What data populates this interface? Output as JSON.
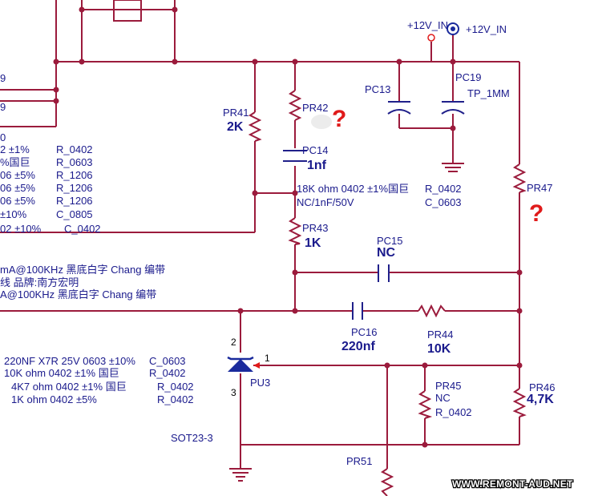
{
  "power": {
    "net_label_left": "+12V_IN",
    "net_label_right": "+12V_IN"
  },
  "components": {
    "pr41": {
      "ref": "PR41",
      "value": "2K"
    },
    "pr42": {
      "ref": "PR42",
      "mark": "?"
    },
    "pc13": {
      "ref": "PC13"
    },
    "pc19": {
      "ref": "PC19",
      "note": "TP_1MM"
    },
    "pc14": {
      "ref": "PC14",
      "value": "1nf"
    },
    "pr43": {
      "ref": "PR43",
      "value": "1K"
    },
    "pc15": {
      "ref": "PC15",
      "value": "NC"
    },
    "pc16": {
      "ref": "PC16",
      "value": "220nf"
    },
    "pr44": {
      "ref": "PR44",
      "value": "10K"
    },
    "pr47": {
      "ref": "PR47",
      "mark": "?"
    },
    "pr45": {
      "ref": "PR45",
      "value": "NC",
      "note": "R_0402"
    },
    "pr46": {
      "ref": "PR46",
      "value": "4,7K"
    },
    "pr51": {
      "ref": "PR51"
    },
    "pu3": {
      "ref": "PU3",
      "package": "SOT23-3",
      "pin1": "1",
      "pin2": "2",
      "pin3": "3"
    }
  },
  "notes": {
    "pr42_desc": "18K ohm 0402 ±1%国巨",
    "pr42_pkg": "R_0402",
    "pc14_desc": "NC/1nF/50V",
    "pc14_pkg": "C_0603"
  },
  "left_table_top": [
    {
      "desc": "2 ±1%",
      "pkg": "R_0402"
    },
    {
      "desc": "%国巨",
      "pkg": "R_0603"
    },
    {
      "desc": "06 ±5%",
      "pkg": "R_1206"
    },
    {
      "desc": "06 ±5%",
      "pkg": "R_1206"
    },
    {
      "desc": "06 ±5%",
      "pkg": "R_1206"
    },
    {
      "desc": "±10%",
      "pkg": "C_0805"
    },
    {
      "desc": "02 ±10%",
      "pkg": "C_0402"
    }
  ],
  "left_pins": [
    "9",
    "9",
    "0"
  ],
  "left_notes": [
    "mA@100KHz 黑底白字 Chang 编带",
    "线 品牌:南方宏明",
    "A@100KHz 黑底白字 Chang 编带"
  ],
  "left_table_bottom": [
    {
      "desc": "220NF X7R 25V 0603 ±10%",
      "pkg": "C_0603"
    },
    {
      "desc": "10K ohm 0402 ±1% 国巨",
      "pkg": "R_0402"
    },
    {
      "desc": "4K7 ohm 0402 ±1% 国巨",
      "pkg": "R_0402"
    },
    {
      "desc": "1K ohm 0402 ±5%",
      "pkg": "R_0402"
    }
  ],
  "watermark": "WWW.REMONT-AUD.NET",
  "colors": {
    "wire": "#9b1b3c",
    "text": "#1a1a8c",
    "question": "#e01a1a",
    "port": "#1a2a9c"
  }
}
